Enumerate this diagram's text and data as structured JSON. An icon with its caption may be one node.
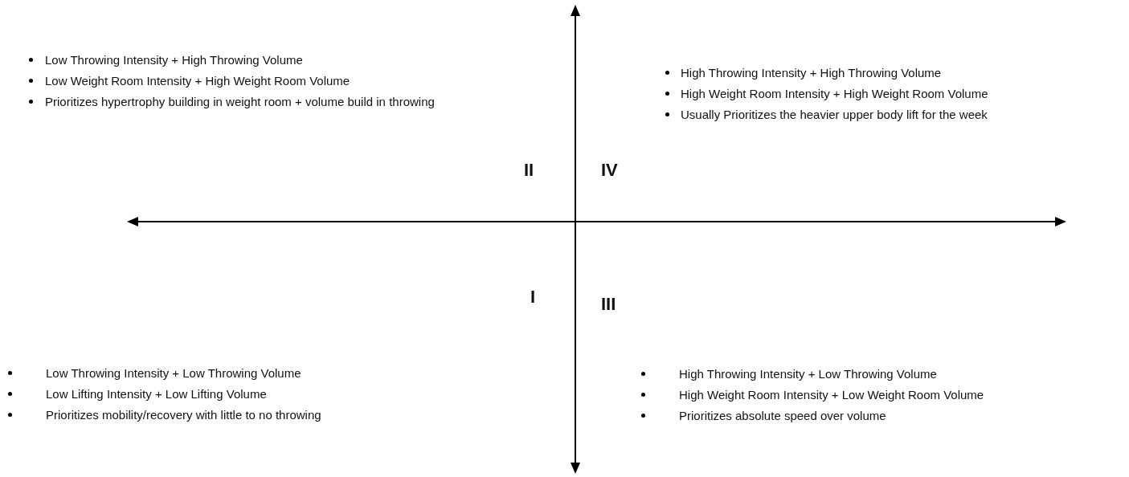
{
  "diagram": {
    "labels": [
      "Low Throwing Intensity + High Throwing Volume",
      "Low Weight Room Intensity + High Weight Room Volume",
      "Prioritizes hypertrophy building in weight room + volume build in throwing",
      "High Throwing Intensity + High Throwing Volume",
      "High Weight Room Intensity + High Weight Room Volume",
      "Usually Prioritizes the heavier upper body lift for the week",
      "II",
      "IV",
      "I",
      "III",
      "Low Throwing Intensity + Low Throwing Volume",
      "Low Lifting Intensity + Low Lifting Volume",
      "Prioritizes mobility/recovery with little to no throwing",
      "High Throwing Intensity + Low Throwing Volume",
      "High Weight Room Intensity + Low Weight Room Volume",
      "Prioritizes absolute speed over volume"
    ]
  }
}
